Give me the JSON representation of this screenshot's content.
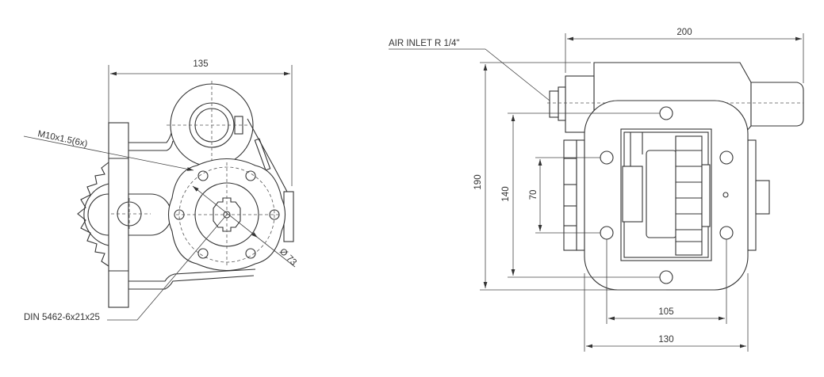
{
  "left_view": {
    "dim_width": "135",
    "thread_label": "M10x1.5(6x)",
    "diameter_label": "Ø 73",
    "spline_label": "DIN 5462-6x21x25"
  },
  "right_view": {
    "air_inlet_label": "AIR INLET R 1/4\"",
    "dim_length": "200",
    "dim_height": "190",
    "dim_hole_vertical_outer": "140",
    "dim_hole_vertical_inner": "70",
    "dim_hole_horizontal": "105",
    "dim_flange_width": "130"
  },
  "colors": {
    "line": "#333333",
    "background": "#ffffff"
  }
}
